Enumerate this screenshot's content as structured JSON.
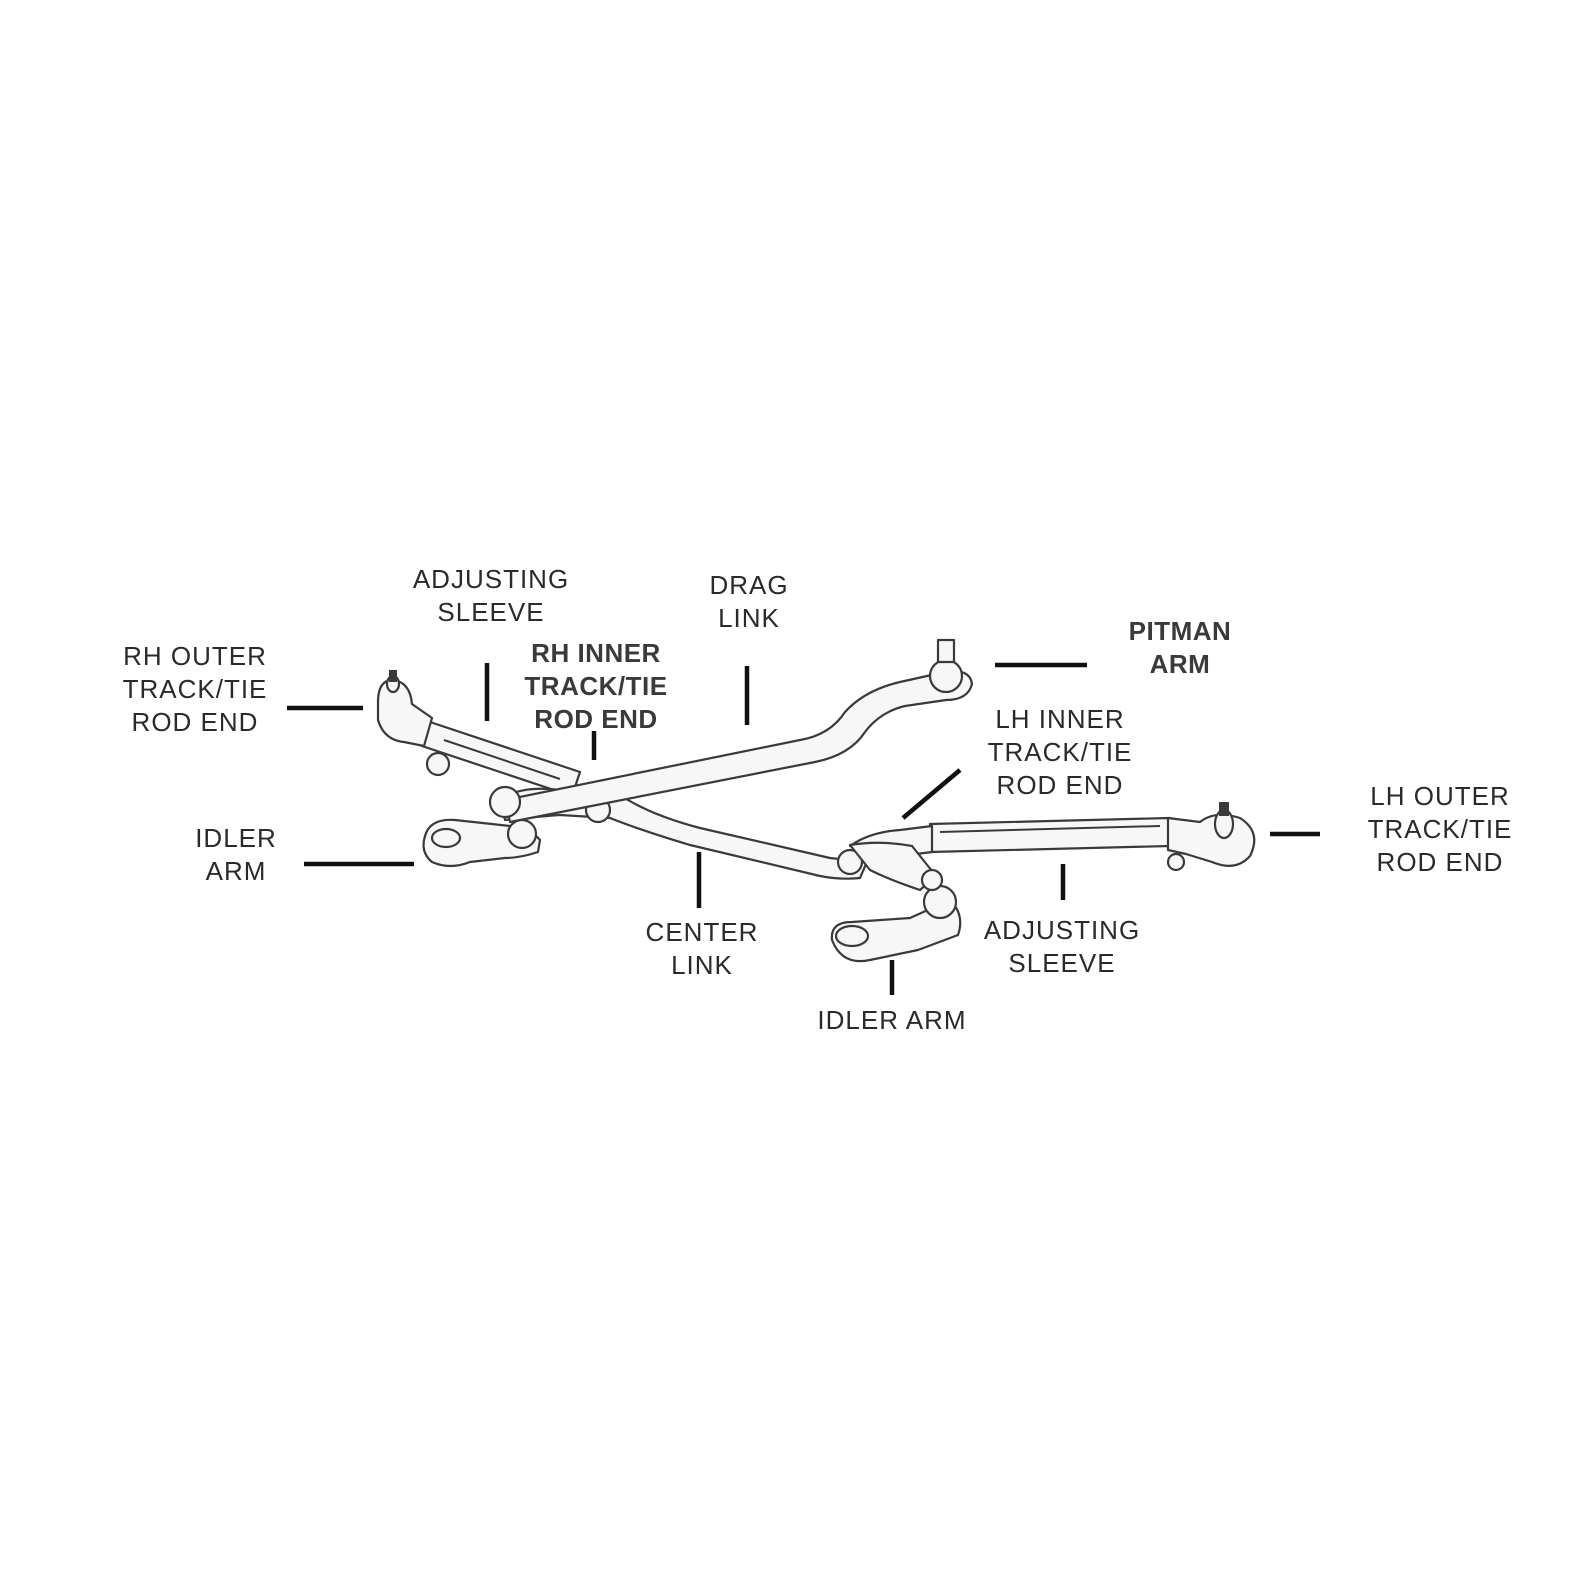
{
  "labels": {
    "adjusting_sleeve_rh": [
      "ADJUSTING",
      "SLEEVE"
    ],
    "drag_link": [
      "DRAG",
      "LINK"
    ],
    "rh_outer": [
      "RH OUTER",
      "TRACK/TIE",
      "ROD END"
    ],
    "rh_inner": [
      "RH INNER",
      "TRACK/TIE",
      "ROD END"
    ],
    "pitman_arm": [
      "PITMAN",
      "ARM"
    ],
    "lh_inner": [
      "LH INNER",
      "TRACK/TIE",
      "ROD END"
    ],
    "lh_outer": [
      "LH OUTER",
      "TRACK/TIE",
      "ROD END"
    ],
    "idler_arm_left": [
      "IDLER",
      "ARM"
    ],
    "center_link": [
      "CENTER",
      "LINK"
    ],
    "adjusting_sleeve_lh": [
      "ADJUSTING",
      "SLEEVE"
    ],
    "idler_arm_bottom": [
      "IDLER ARM"
    ]
  },
  "colors": {
    "line": "#111111",
    "part_fill": "#f7f7f7",
    "part_stroke": "#3a3a3a",
    "text": "#2a2a2a"
  }
}
